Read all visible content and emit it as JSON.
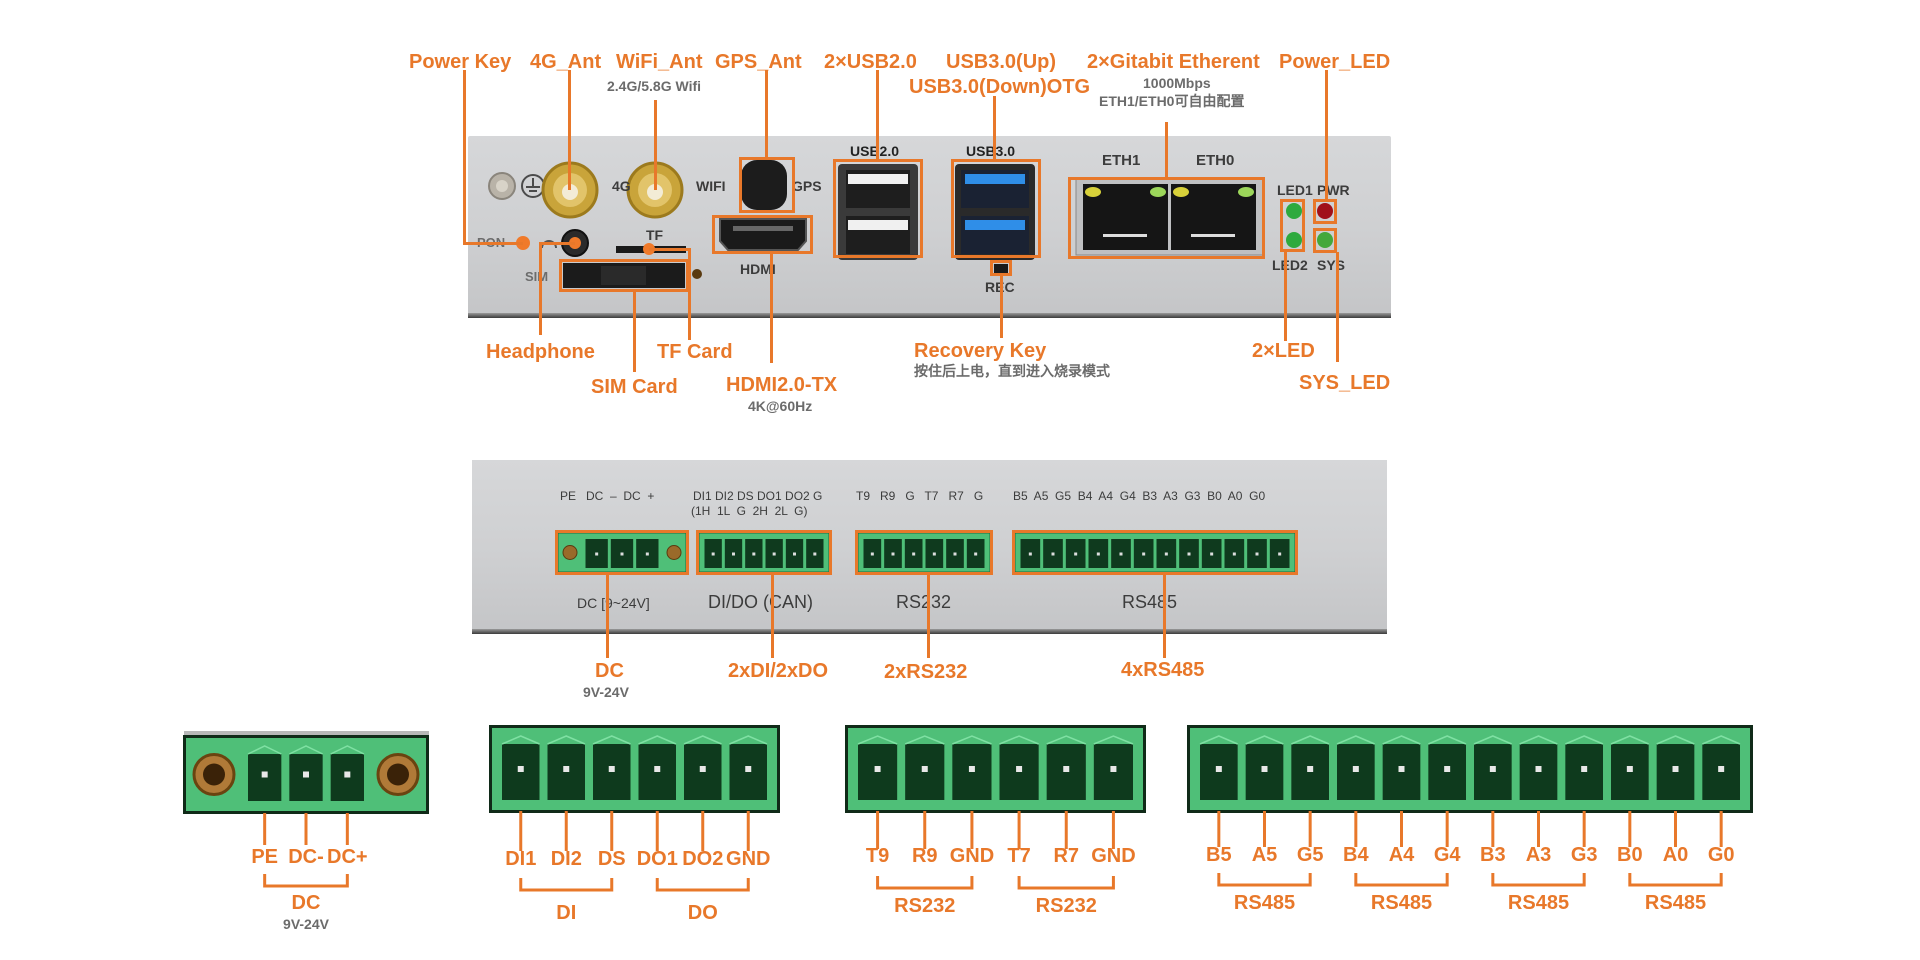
{
  "colors": {
    "accent": "#e8782a",
    "subtext": "#6b6b6b",
    "terminal_green": "#4fbf78",
    "panel_gray": "#cfd0d2"
  },
  "top_callouts": {
    "power_key": "Power Key",
    "ant_4g": "4G_Ant",
    "wifi_ant": "WiFi_Ant",
    "wifi_sub": "2.4G/5.8G Wifi",
    "gps_ant": "GPS_Ant",
    "usb2": "2×USB2.0",
    "usb3_up": "USB3.0(Up)",
    "usb3_down": "USB3.0(Down)OTG",
    "ethernet": "2×Gitabit Etherent",
    "ethernet_sub1": "1000Mbps",
    "ethernet_sub2": "ETH1/ETH0可自由配置",
    "power_led": "Power_LED"
  },
  "front_silk": {
    "ant_4g": "4G",
    "wifi": "WIFI",
    "gps": "GPS",
    "pon": "PON",
    "tf": "TF",
    "sim": "SIM",
    "hdmi": "HDMI",
    "usb2": "USB2.0",
    "usb3": "USB3.0",
    "rec": "REC",
    "eth1": "ETH1",
    "eth0": "ETH0",
    "led1": "LED1",
    "pwr": "PWR",
    "led2": "LED2",
    "sys": "SYS"
  },
  "bottom_callouts_front": {
    "headphone": "Headphone",
    "tf_card": "TF Card",
    "sim_card": "SIM Card",
    "hdmi_tx": "HDMI2.0-TX",
    "hdmi_sub": "4K@60Hz",
    "recovery_key": "Recovery Key",
    "recovery_sub": "按住后上电，直到进入烧录模式",
    "led2x": "2×LED",
    "sys_led": "SYS_LED"
  },
  "rear_silk": {
    "dc_pins": "PE   DC  –  DC  +",
    "dido_pins_top": "DI1 DI2 DS DO1 DO2 G",
    "dido_pins_bottom": "(1H  1L  G  2H  2L  G)",
    "rs232_pins": "T9   R9   G   T7   R7   G",
    "rs485_pins": "B5  A5  G5  B4  A4  G4  B3  A3  G3  B0  A0  G0",
    "dc_label": "DC [9~24V]",
    "dido_label": "DI/DO (CAN)",
    "rs232_label": "RS232",
    "rs485_label": "RS485"
  },
  "rear_callouts": {
    "dc": "DC",
    "dc_sub": "9V-24V",
    "dido": "2xDI/2xDO",
    "rs232": "2xRS232",
    "rs485": "4xRS485"
  },
  "detail": {
    "dc": {
      "pins": [
        "PE",
        "DC-",
        "DC+"
      ],
      "group": "DC",
      "group_sub": "9V-24V"
    },
    "dido": {
      "pins": [
        "DI1",
        "DI2",
        "DS",
        "DO1",
        "DO2",
        "GND"
      ],
      "groups": [
        "DI",
        "DO"
      ]
    },
    "rs232": {
      "pins": [
        "T9",
        "R9",
        "GND",
        "T7",
        "R7",
        "GND"
      ],
      "groups": [
        "RS232",
        "RS232"
      ]
    },
    "rs485": {
      "pins": [
        "B5",
        "A5",
        "G5",
        "B4",
        "A4",
        "G4",
        "B3",
        "A3",
        "G3",
        "B0",
        "A0",
        "G0"
      ],
      "groups": [
        "RS485",
        "RS485",
        "RS485",
        "RS485"
      ]
    }
  }
}
